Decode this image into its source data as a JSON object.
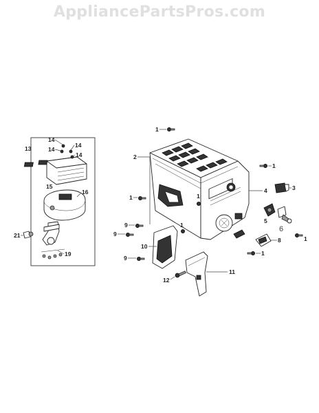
{
  "watermark": "AppliancePartsPros.com",
  "callouts": {
    "c1_top": "1",
    "c2": "2",
    "c1_right_top": "1",
    "c3": "3",
    "c4": "4",
    "c1_left": "1",
    "c1_mid": "1",
    "c5": "5",
    "c6": "6",
    "c1_mid2": "1",
    "c1_far_right": "1",
    "c8": "8",
    "c1_lower": "1",
    "c9_a": "9",
    "c9_b": "9",
    "c9_c": "9",
    "c10": "10",
    "c11": "11",
    "c12": "12",
    "c13": "13",
    "c14_a": "14",
    "c14_b": "14",
    "c14_c": "14",
    "c14_d": "14",
    "c15": "15",
    "c16": "16",
    "c19": "19",
    "c21": "21"
  }
}
